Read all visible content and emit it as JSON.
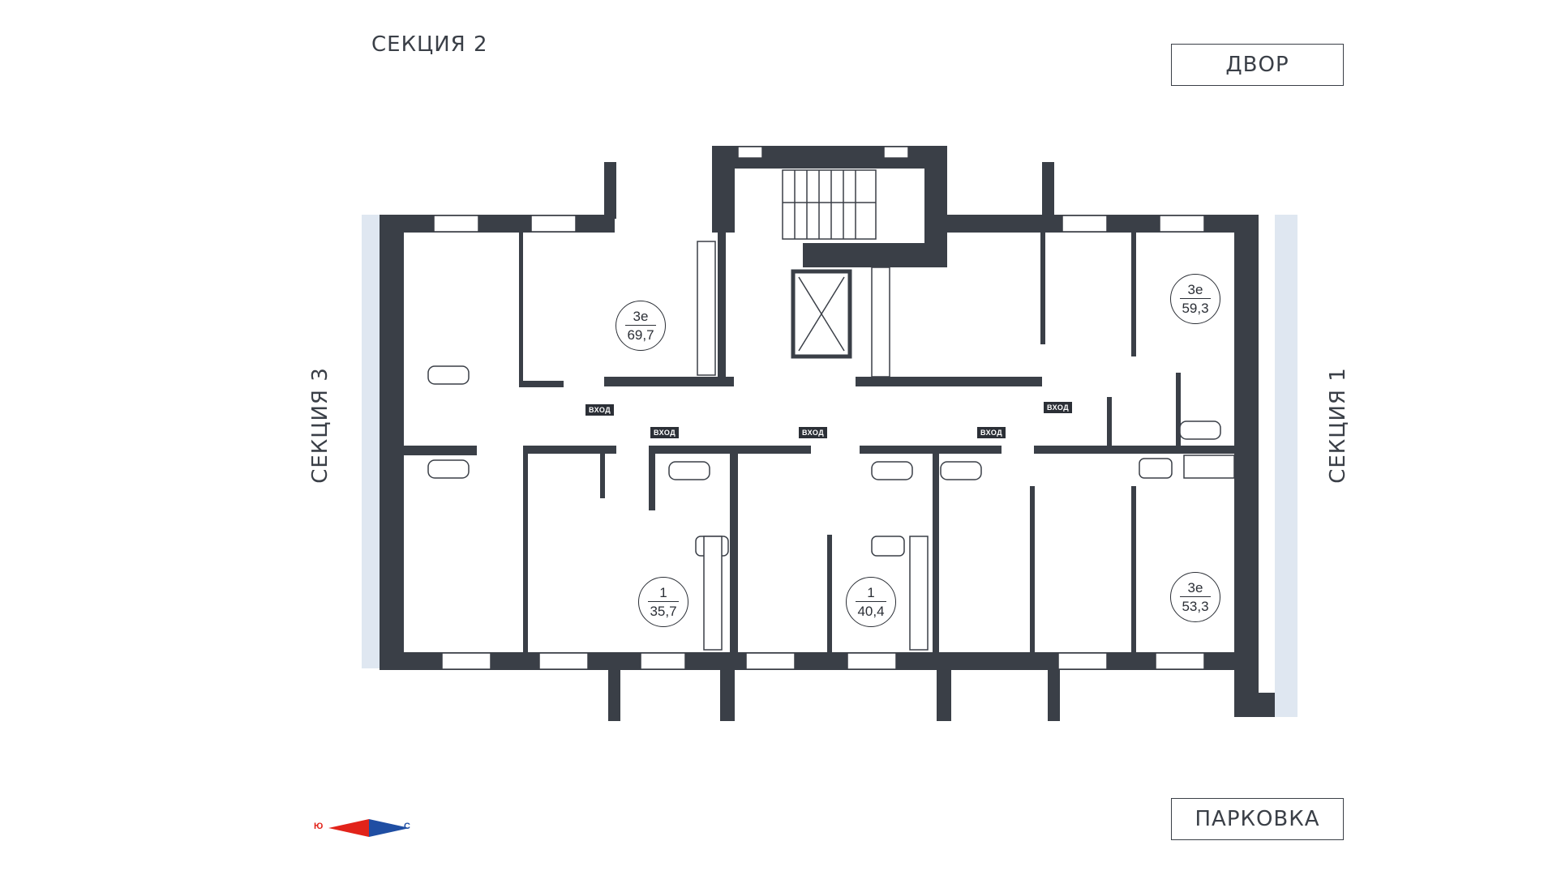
{
  "sections": {
    "section2": "СЕКЦИЯ 2",
    "section3": "СЕКЦИЯ 3",
    "section1": "СЕКЦИЯ 1"
  },
  "labels": {
    "yard": "ДВОР",
    "parking": "ПАРКОВКА"
  },
  "entry_label": "ВХОД",
  "apartments": [
    {
      "type": "3е",
      "area": "69,7"
    },
    {
      "type": "3е",
      "area": "59,3"
    },
    {
      "type": "1",
      "area": "35,7"
    },
    {
      "type": "1",
      "area": "40,4"
    },
    {
      "type": "3е",
      "area": "53,3"
    }
  ],
  "compass": {
    "south": "Ю",
    "north": "С",
    "south_color": "#e2231a",
    "north_color": "#1f4ea3"
  },
  "colors": {
    "wall": "#3a3f47",
    "window_zone": "#dfe7f1"
  }
}
